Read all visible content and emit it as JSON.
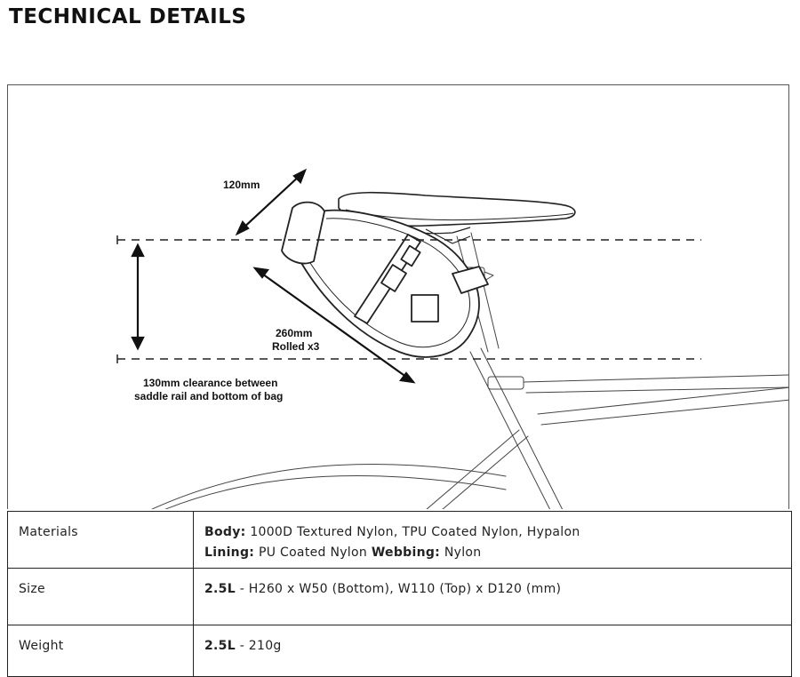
{
  "page_title": "TECHNICAL DETAILS",
  "diagram": {
    "label_depth": "120mm",
    "label_length_line1": "260mm",
    "label_length_line2": "Rolled x3",
    "label_clearance_line1": "130mm clearance between",
    "label_clearance_line2": "saddle rail and bottom of bag"
  },
  "specs": {
    "materials": {
      "label": "Materials",
      "body_key": "Body:",
      "body_value": "1000D Textured Nylon, TPU Coated Nylon, Hypalon",
      "lining_key": "Lining:",
      "lining_value": "PU Coated Nylon",
      "webbing_key": "Webbing:",
      "webbing_value": "Nylon"
    },
    "size": {
      "label": "Size",
      "key": "2.5L",
      "value": "- H260 x W50 (Bottom), W110 (Top) x D120 (mm)"
    },
    "weight": {
      "label": "Weight",
      "key": "2.5L",
      "value": "- 210g"
    }
  }
}
